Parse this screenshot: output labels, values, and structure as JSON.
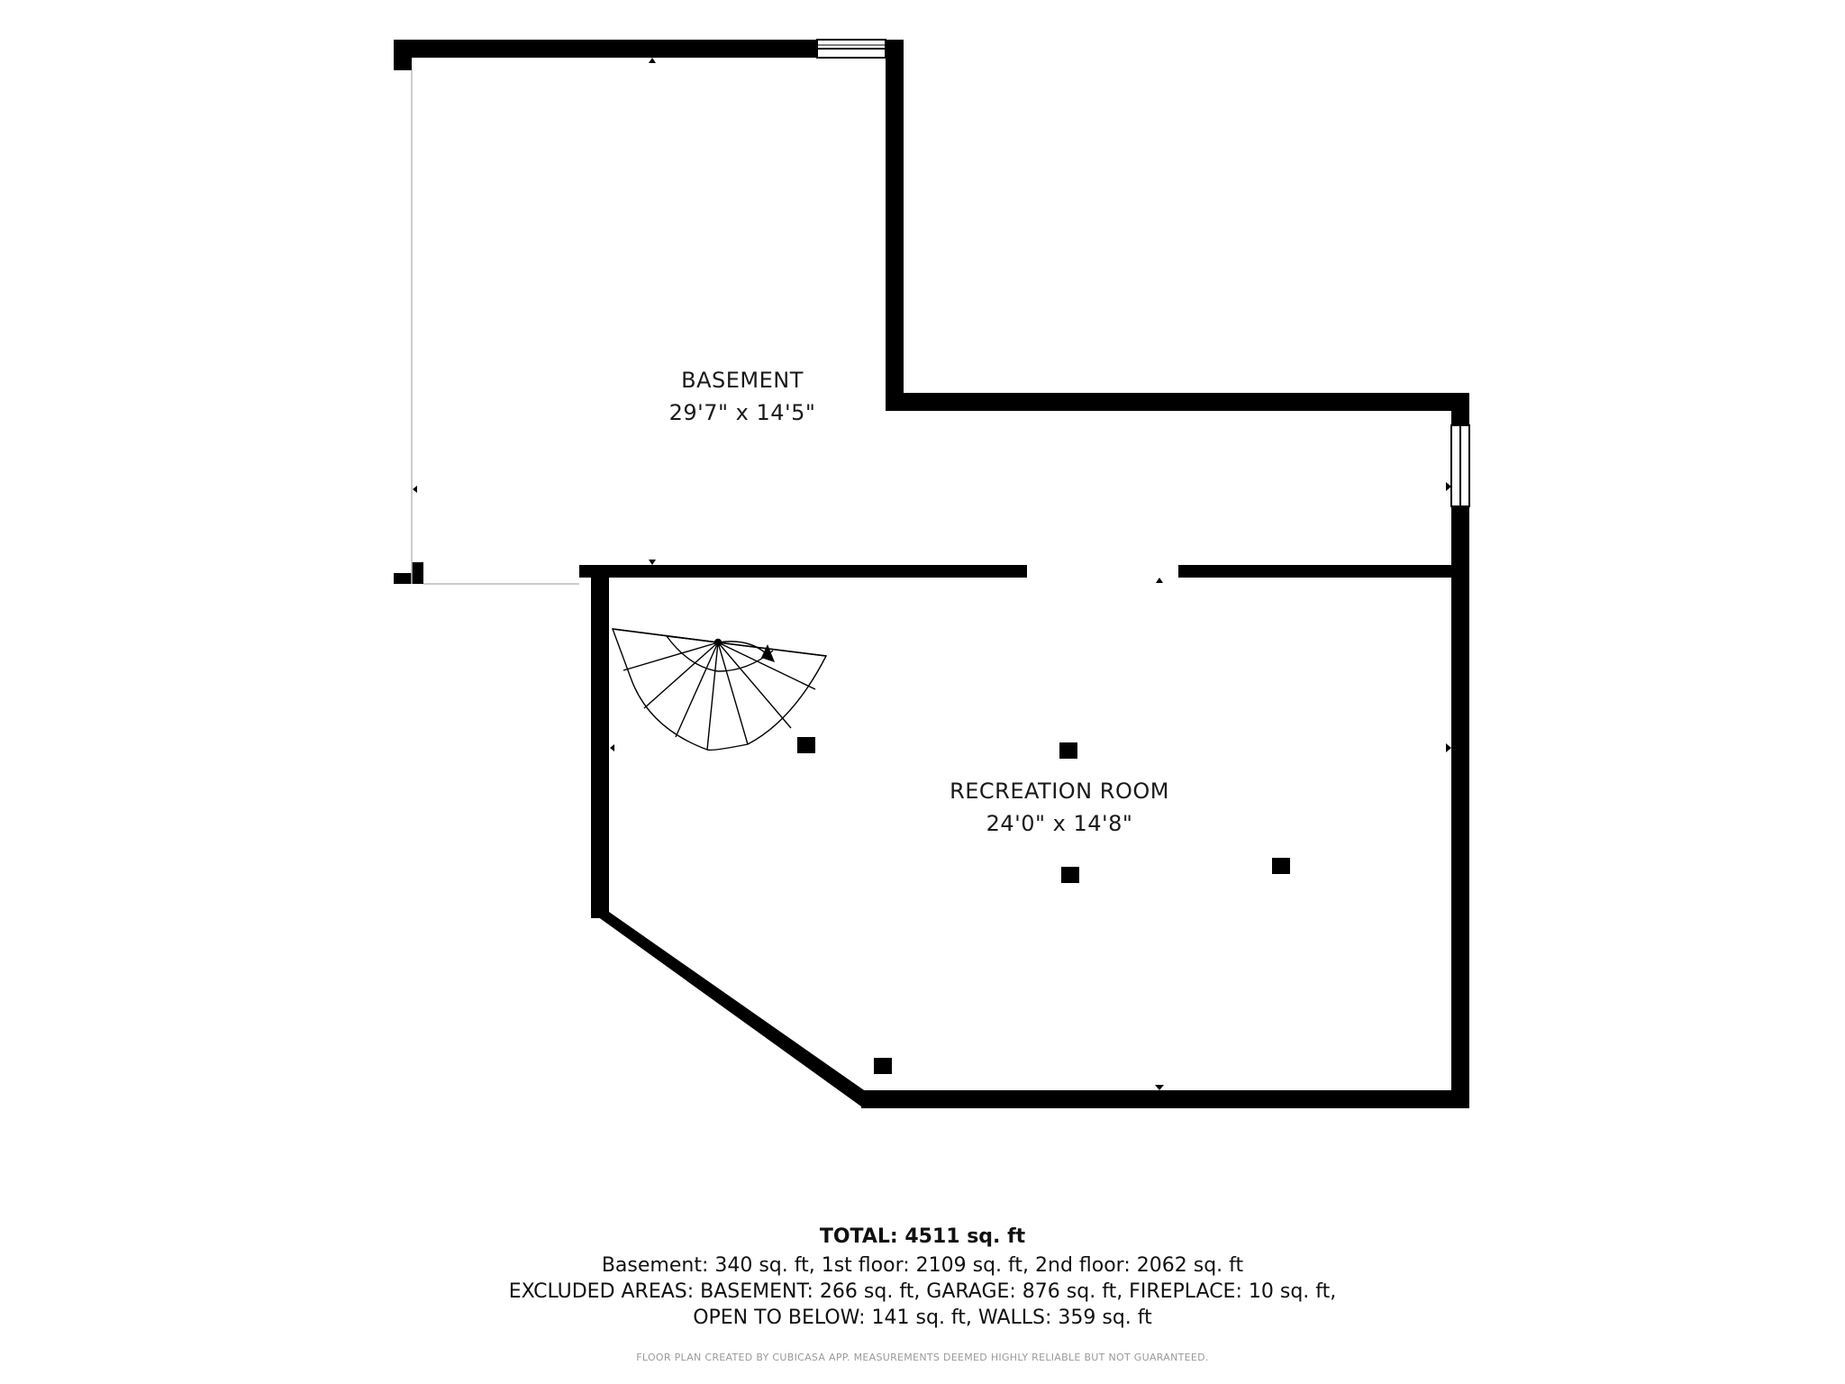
{
  "rooms": [
    {
      "name": "BASEMENT",
      "dims": "29'7\" x 14'5\""
    },
    {
      "name": "RECREATION ROOM",
      "dims": "24'0\" x 14'8\""
    }
  ],
  "summary": {
    "total": "TOTAL: 4511 sq. ft",
    "floors": "Basement: 340 sq. ft, 1st floor: 2109 sq. ft, 2nd floor: 2062 sq. ft",
    "excluded": "EXCLUDED AREAS: BASEMENT: 266 sq. ft, GARAGE: 876 sq. ft, FIREPLACE: 10 sq. ft,",
    "excluded_cont": "OPEN TO BELOW: 141 sq. ft, WALLS: 359 sq. ft"
  },
  "credit": "FLOOR PLAN CREATED BY CUBICASA APP. MEASUREMENTS DEEMED HIGHLY RELIABLE BUT NOT GUARANTEED.",
  "colors": {
    "wall": "#000000",
    "background": "#ffffff",
    "thin_line": "#bbbbbb"
  }
}
